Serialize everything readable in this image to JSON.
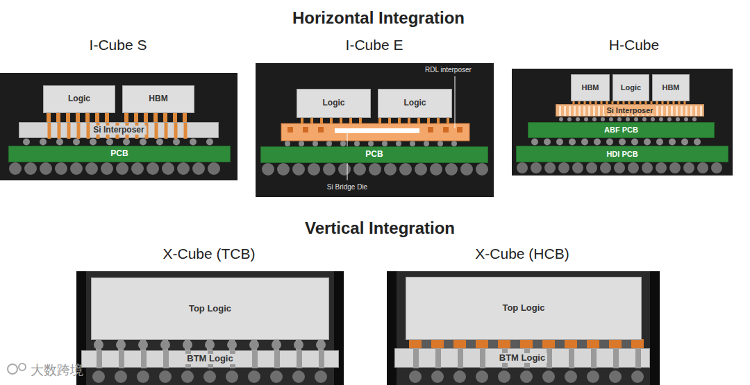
{
  "diagram": {
    "title": "Horizontal Integration",
    "nodes": [
      {
        "text": [
          "I-Cube S"
        ]
      },
      {
        "text": [
          "Logic"
        ],
        "in": 0
      },
      {
        "text": [
          "HBM"
        ],
        "in": 0
      },
      {
        "text": [
          "Si Interposer"
        ],
        "in": 0
      },
      {
        "text": [
          "PCB"
        ],
        "in": 0
      },
      {
        "text": [
          "I-Cube E"
        ]
      },
      {
        "text": [
          "Logic"
        ],
        "in": 5
      },
      {
        "text": [
          "Logic"
        ],
        "in": 5
      },
      {
        "text": [
          "PCB"
        ],
        "in": 5
      },
      {
        "text": [
          "H-Cube"
        ]
      },
      {
        "text": [
          "HBM"
        ],
        "in": 9
      },
      {
        "text": [
          "Logic"
        ],
        "in": 9
      },
      {
        "text": [
          "HBM"
        ],
        "in": 9
      },
      {
        "text": [
          "Si Interposer"
        ],
        "in": 9
      },
      {
        "text": [
          "ABF PCB"
        ],
        "in": 9
      },
      {
        "text": [
          "HDI PCB"
        ],
        "in": 9
      },
      {
        "text": [
          "X-Cube (TCB)"
        ]
      },
      {
        "text": [
          "Top Logic"
        ],
        "in": 16
      },
      {
        "text": [
          "BTM Logic"
        ],
        "in": 16
      },
      {
        "text": [
          "X-Cube (HCB)"
        ]
      },
      {
        "text": [
          "Top Logic"
        ],
        "in": 19
      },
      {
        "text": [
          "BTM Logic"
        ],
        "in": 19
      }
    ],
    "labels": [
      "Vertical Integration",
      "RDL interposer",
      "Si Bridge Die",
      "大数跨境"
    ]
  }
}
